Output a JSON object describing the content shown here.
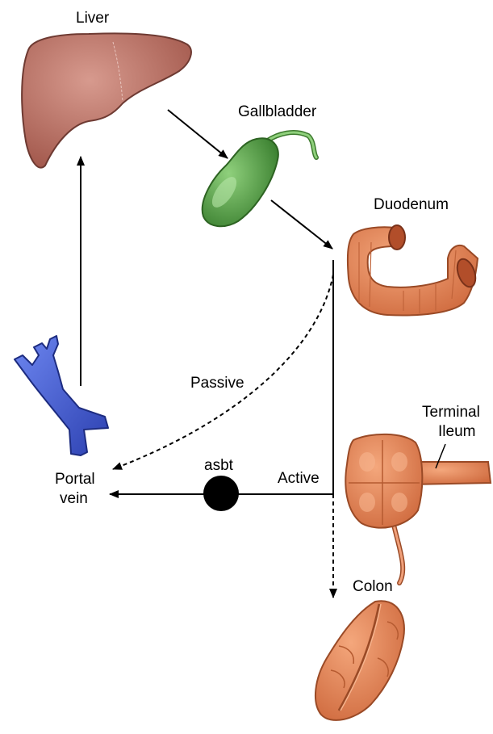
{
  "labels": {
    "liver": "Liver",
    "gallbladder": "Gallbladder",
    "duodenum": "Duodenum",
    "terminal_ileum": [
      "Terminal",
      "Ileum"
    ],
    "portal_vein": [
      "Portal",
      "vein"
    ],
    "colon": "Colon",
    "passive": "Passive",
    "active": "Active",
    "transporter": "asbt"
  },
  "colors": {
    "liver": "#b86e62",
    "gallbladder": "#4e9a3e",
    "intestine": "#e08256",
    "portal_vein": "#3c54c8",
    "arrow": "#000000"
  },
  "icons": [
    "liver-icon",
    "gallbladder-icon",
    "duodenum-icon",
    "terminal-ileum-icon",
    "colon-icon",
    "portal-vein-icon",
    "asbt-transporter-dot"
  ]
}
